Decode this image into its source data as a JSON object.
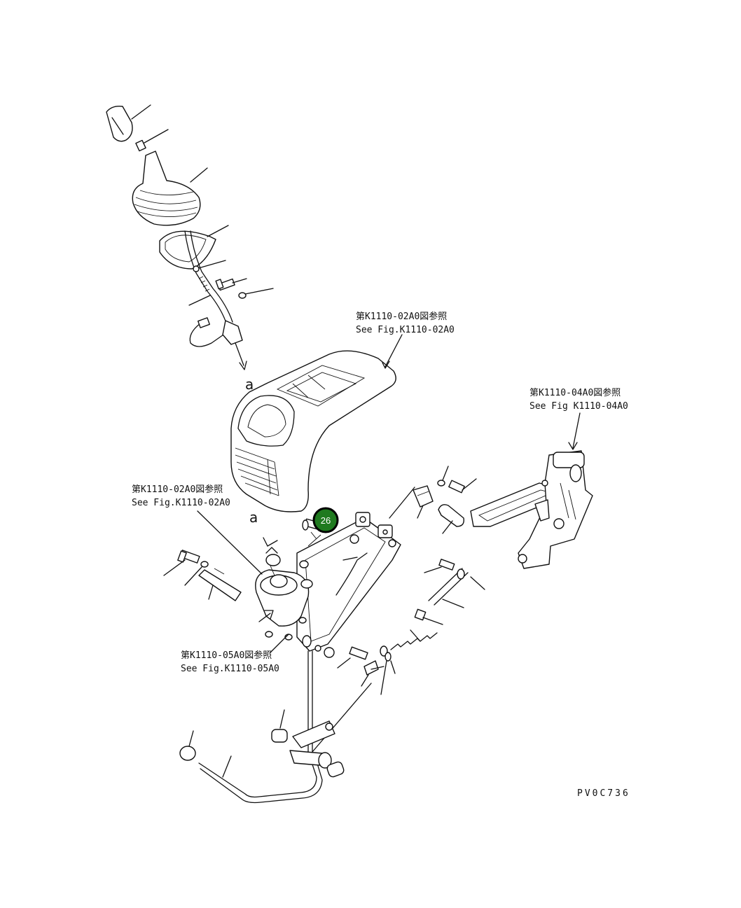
{
  "references": {
    "console_jp": "第K1110-02A0図参照",
    "console_en": "See Fig.K1110-02A0",
    "pedal_jp": "第K1110-04A0図参照",
    "pedal_en": "See Fig K1110-04A0",
    "valve_jp": "第K1110-02A0図参照",
    "valve_en": "See Fig.K1110-02A0",
    "bracket_jp": "第K1110-05A0図参照",
    "bracket_en": "See Fig.K1110-05A0"
  },
  "view_marker": {
    "upper": "a",
    "lower": "a"
  },
  "drawing_code": "PV0C736",
  "hotspot": {
    "label": "26",
    "color": "#1f7a1f"
  }
}
